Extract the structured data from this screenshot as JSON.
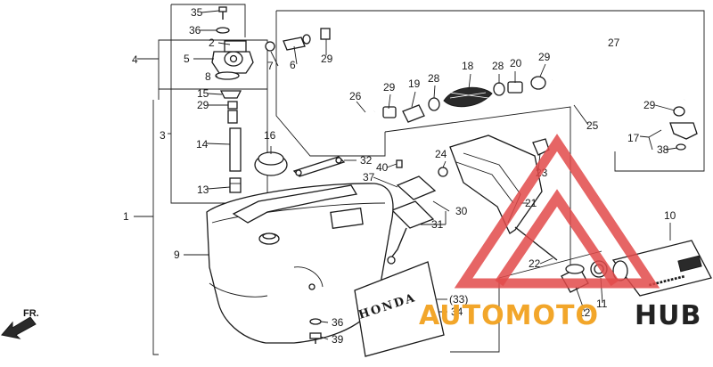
{
  "diagram": {
    "front_marker": "FR.",
    "plate_text": "HONDA",
    "part_labels": [
      {
        "id": "p35",
        "text": "35"
      },
      {
        "id": "p36a",
        "text": "36"
      },
      {
        "id": "p2",
        "text": "2"
      },
      {
        "id": "p4",
        "text": "4"
      },
      {
        "id": "p5",
        "text": "5"
      },
      {
        "id": "p7",
        "text": "7"
      },
      {
        "id": "p6",
        "text": "6"
      },
      {
        "id": "p8",
        "text": "8"
      },
      {
        "id": "p29a",
        "text": "29"
      },
      {
        "id": "p27",
        "text": "27"
      },
      {
        "id": "p18",
        "text": "18"
      },
      {
        "id": "p28a",
        "text": "28"
      },
      {
        "id": "p28b",
        "text": "28"
      },
      {
        "id": "p20",
        "text": "20"
      },
      {
        "id": "p29b",
        "text": "29"
      },
      {
        "id": "p19",
        "text": "19"
      },
      {
        "id": "p29c",
        "text": "29"
      },
      {
        "id": "p26",
        "text": "26"
      },
      {
        "id": "p15",
        "text": "15"
      },
      {
        "id": "p29d",
        "text": "29"
      },
      {
        "id": "p3",
        "text": "3"
      },
      {
        "id": "p25",
        "text": "25"
      },
      {
        "id": "p29e",
        "text": "29"
      },
      {
        "id": "p17",
        "text": "17"
      },
      {
        "id": "p38",
        "text": "38"
      },
      {
        "id": "p16",
        "text": "16"
      },
      {
        "id": "p14",
        "text": "14"
      },
      {
        "id": "p32",
        "text": "32"
      },
      {
        "id": "p40",
        "text": "40"
      },
      {
        "id": "p24",
        "text": "24"
      },
      {
        "id": "p23",
        "text": "23"
      },
      {
        "id": "p37",
        "text": "37"
      },
      {
        "id": "p13",
        "text": "13"
      },
      {
        "id": "p21",
        "text": "21"
      },
      {
        "id": "p30",
        "text": "30"
      },
      {
        "id": "p1",
        "text": "1"
      },
      {
        "id": "p31",
        "text": "31"
      },
      {
        "id": "p10",
        "text": "10"
      },
      {
        "id": "p9",
        "text": "9"
      },
      {
        "id": "p22",
        "text": "22"
      },
      {
        "id": "p33",
        "text": "(33)"
      },
      {
        "id": "p34",
        "text": "34"
      },
      {
        "id": "p12",
        "text": "12"
      },
      {
        "id": "p11",
        "text": "11"
      },
      {
        "id": "p36b",
        "text": "36"
      },
      {
        "id": "p39",
        "text": "39"
      }
    ]
  },
  "watermark": {
    "word_auto": "AUTOMOTO",
    "word_hub": "HUB",
    "colors": {
      "triangle": "#e24a4a",
      "auto": "#f2a62a",
      "hub": "#222222"
    }
  }
}
